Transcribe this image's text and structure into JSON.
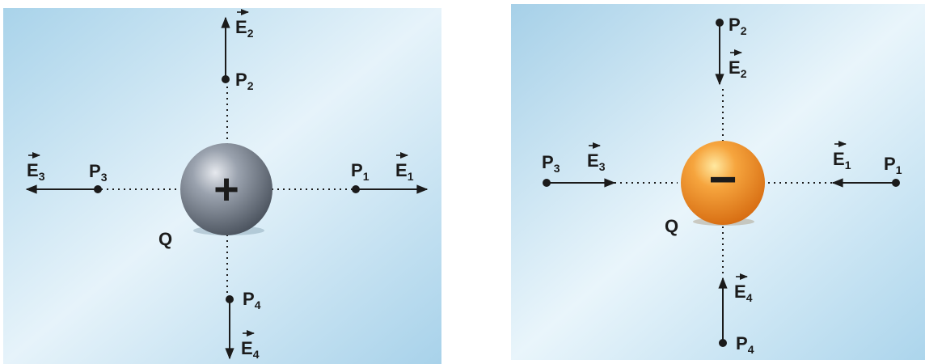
{
  "panels": [
    {
      "id": "positive",
      "charge": {
        "name": "Q",
        "sign": "+"
      },
      "points": [
        {
          "id": "p1",
          "point": "P",
          "point_sub": "1",
          "field": "E",
          "field_sub": "1",
          "direction": "outward"
        },
        {
          "id": "p2",
          "point": "P",
          "point_sub": "2",
          "field": "E",
          "field_sub": "2",
          "direction": "outward"
        },
        {
          "id": "p3",
          "point": "P",
          "point_sub": "3",
          "field": "E",
          "field_sub": "3",
          "direction": "outward"
        },
        {
          "id": "p4",
          "point": "P",
          "point_sub": "4",
          "field": "E",
          "field_sub": "4",
          "direction": "outward"
        }
      ],
      "colors": {
        "sphere": "#8e96a3",
        "background": "#cfe6f3"
      }
    },
    {
      "id": "negative",
      "charge": {
        "name": "Q",
        "sign": "−"
      },
      "points": [
        {
          "id": "p1",
          "point": "P",
          "point_sub": "1",
          "field": "E",
          "field_sub": "1",
          "direction": "inward"
        },
        {
          "id": "p2",
          "point": "P",
          "point_sub": "2",
          "field": "E",
          "field_sub": "2",
          "direction": "inward"
        },
        {
          "id": "p3",
          "point": "P",
          "point_sub": "3",
          "field": "E",
          "field_sub": "3",
          "direction": "inward"
        },
        {
          "id": "p4",
          "point": "P",
          "point_sub": "4",
          "field": "E",
          "field_sub": "4",
          "direction": "inward"
        }
      ],
      "colors": {
        "sphere": "#f0932e",
        "background": "#cfe6f3"
      }
    }
  ]
}
